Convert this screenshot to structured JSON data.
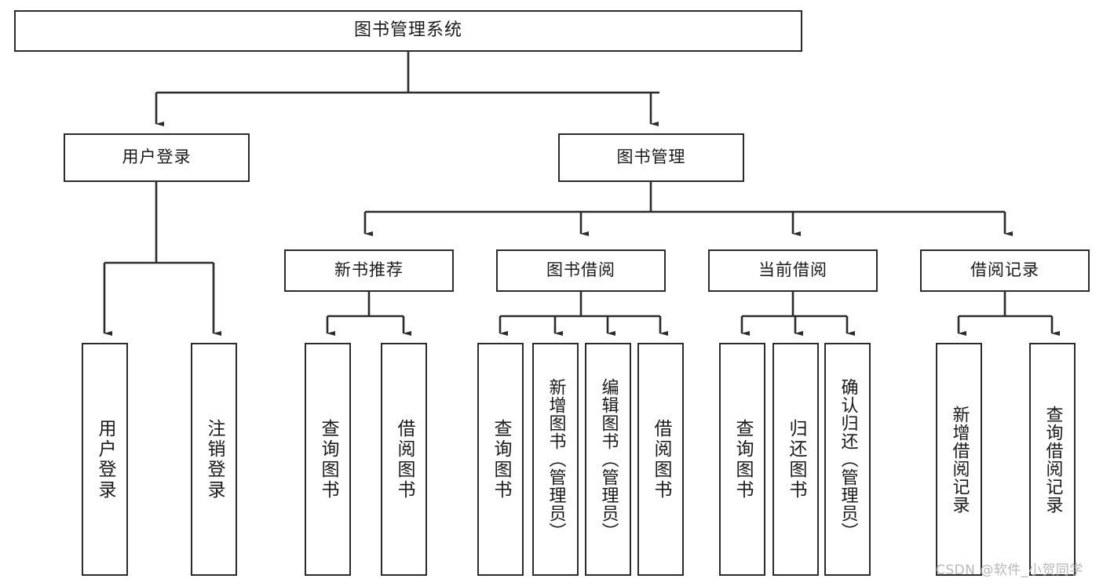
{
  "diagram": {
    "title": "图书管理系统",
    "type": "hierarchy-tree",
    "levels": 4,
    "colors": {
      "box_stroke": "#2b2b2b",
      "box_fill": "#ffffff",
      "edge": "#2b2b2b",
      "background": "#ffffff",
      "watermark": "#b8b8b8"
    }
  },
  "nodes": {
    "root": {
      "label": "图书管理系统"
    },
    "level2": [
      {
        "id": "user-login",
        "label": "用户登录"
      },
      {
        "id": "book-manage",
        "label": "图书管理"
      }
    ],
    "level3": [
      {
        "id": "new-book-rec",
        "label": "新书推荐"
      },
      {
        "id": "book-borrow",
        "label": "图书借阅"
      },
      {
        "id": "current-borrow",
        "label": "当前借阅"
      },
      {
        "id": "borrow-record",
        "label": "借阅记录"
      }
    ],
    "leaves": {
      "user_login": [
        {
          "id": "leaf-user-login",
          "label": "用户登录"
        },
        {
          "id": "leaf-logout-login",
          "label": "注销登录"
        }
      ],
      "new_book_rec": [
        {
          "id": "leaf-query-book-1",
          "label": "查询图书"
        },
        {
          "id": "leaf-borrow-book-1",
          "label": "借阅图书"
        }
      ],
      "book_borrow": [
        {
          "id": "leaf-query-book-2",
          "label": "查询图书"
        },
        {
          "id": "leaf-add-book",
          "label": "新增图书（管理员）"
        },
        {
          "id": "leaf-edit-book",
          "label": "编辑图书（管理员）"
        },
        {
          "id": "leaf-borrow-book-2",
          "label": "借阅图书"
        }
      ],
      "current_borrow": [
        {
          "id": "leaf-query-book-3",
          "label": "查询图书"
        },
        {
          "id": "leaf-return-book",
          "label": "归还图书"
        },
        {
          "id": "leaf-confirm-return",
          "label": "确认归还（管理员）"
        }
      ],
      "borrow_record": [
        {
          "id": "leaf-add-record",
          "label": "新增借阅记录"
        },
        {
          "id": "leaf-query-record",
          "label": "查询借阅记录"
        }
      ]
    }
  },
  "watermark": {
    "text": "CSDN @软件_小贺同学"
  }
}
